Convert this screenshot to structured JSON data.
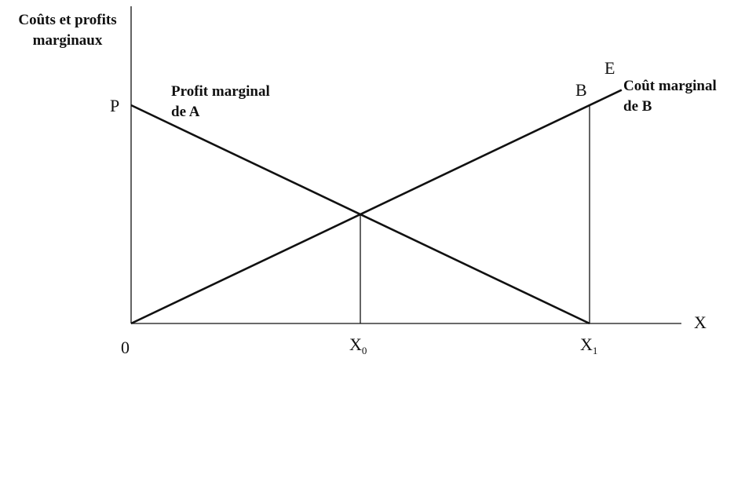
{
  "chart_data": {
    "type": "line",
    "y_axis_label": [
      "Coûts et profits",
      "marginaux"
    ],
    "x_axis_label": "X",
    "origin_label": "0",
    "xlim": [
      0,
      1
    ],
    "ylim": [
      0,
      1
    ],
    "ticks": [
      {
        "id": "x0",
        "base": "X",
        "sub": "0",
        "x": 0.5
      },
      {
        "id": "x1",
        "base": "X",
        "sub": "1",
        "x": 1.0
      }
    ],
    "series": [
      {
        "id": "profit-marginal-a",
        "label": [
          "Profit marginal",
          "de A"
        ],
        "points": [
          [
            0,
            1
          ],
          [
            1,
            0
          ]
        ],
        "start_label": "P"
      },
      {
        "id": "cout-marginal-b",
        "label": [
          "Coût marginal",
          "de B"
        ],
        "points": [
          [
            0,
            0
          ],
          [
            1.07,
            1.07
          ]
        ],
        "point_labels": [
          {
            "text": "B",
            "x": 1.0,
            "y": 1.0
          },
          {
            "text": "E",
            "x": 1.07,
            "y": 1.07
          }
        ]
      }
    ],
    "reference_lines": [
      {
        "id": "x0-line",
        "x": 0.5,
        "y_to": 0.5
      },
      {
        "id": "x1-line",
        "x": 1.0,
        "y_to": 1.0
      }
    ]
  }
}
